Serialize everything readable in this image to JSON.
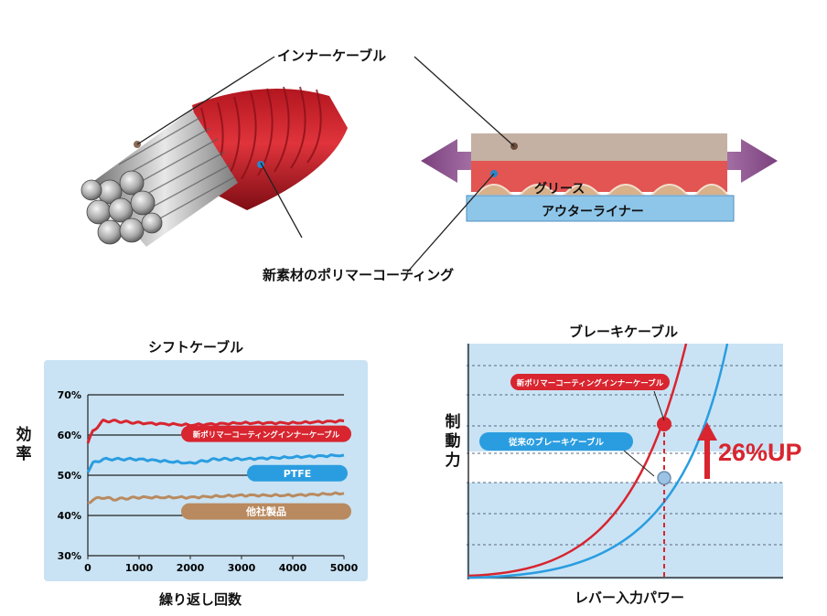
{
  "top": {
    "inner_cable_label": "インナーケーブル",
    "coating_label": "新素材のポリマーコーティング",
    "grease_label": "グリース",
    "outer_liner_label": "アウターライナー"
  },
  "shift_chart": {
    "title": "シフトケーブル",
    "ylabel_chars": [
      "効",
      "率"
    ],
    "xlabel": "繰り返し回数",
    "series_labels": [
      "新ポリマーコーティングインナーケーブル",
      "PTFE",
      "他社製品"
    ]
  },
  "brake_chart": {
    "title": "ブレーキケーブル",
    "ylabel_chars": [
      "制",
      "動",
      "力"
    ],
    "xlabel": "レバー入力パワー",
    "series_labels": [
      "新ポリマーコーティングインナーケーブル",
      "従来のブレーキケーブル"
    ],
    "improvement_label": "26%UP"
  },
  "chart_data": [
    {
      "type": "line",
      "title": "シフトケーブル",
      "xlabel": "繰り返し回数",
      "ylabel": "効率",
      "x": [
        0,
        1000,
        2000,
        3000,
        4000,
        5000
      ],
      "xticks": [
        "0",
        "1000",
        "2000",
        "3000",
        "4000",
        "5000"
      ],
      "yticks": [
        "30%",
        "40%",
        "50%",
        "60%",
        "70%"
      ],
      "xlim": [
        0,
        5000
      ],
      "ylim": [
        30,
        70
      ],
      "grid": true,
      "series": [
        {
          "name": "新ポリマーコーティングインナーケーブル",
          "color": "#d8252f",
          "points": [
            [
              0,
              58
            ],
            [
              100,
              61
            ],
            [
              300,
              63.5
            ],
            [
              500,
              63.5
            ],
            [
              1000,
              63
            ],
            [
              2000,
              62.5
            ],
            [
              3000,
              63
            ],
            [
              4000,
              63
            ],
            [
              5000,
              63.5
            ]
          ]
        },
        {
          "name": "PTFE",
          "color": "#2a9de0",
          "points": [
            [
              0,
              51
            ],
            [
              100,
              53
            ],
            [
              300,
              54
            ],
            [
              1000,
              54
            ],
            [
              2000,
              53
            ],
            [
              2500,
              54
            ],
            [
              3000,
              54
            ],
            [
              4000,
              54.5
            ],
            [
              5000,
              55
            ]
          ]
        },
        {
          "name": "他社製品",
          "color": "#b98a5f",
          "points": [
            [
              0,
              43
            ],
            [
              100,
              44
            ],
            [
              300,
              44.5
            ],
            [
              500,
              44
            ],
            [
              1000,
              44.5
            ],
            [
              2000,
              44.5
            ],
            [
              3000,
              45
            ],
            [
              4000,
              45
            ],
            [
              5000,
              45.5
            ]
          ]
        }
      ]
    },
    {
      "type": "line",
      "title": "ブレーキケーブル",
      "xlabel": "レバー入力パワー",
      "ylabel": "制動力",
      "grid": true,
      "annotation": "26%UP",
      "series": [
        {
          "name": "新ポリマーコーティングインナーケーブル",
          "color": "#d8252f"
        },
        {
          "name": "従来のブレーキケーブル",
          "color": "#2a9de0"
        }
      ]
    }
  ],
  "colors": {
    "red": "#d8252f",
    "blue": "#2a9de0",
    "brown": "#b98a5f",
    "panel": "#c9e3f4",
    "liner": "#8ec6ea",
    "arrow": "#8c5a8c"
  }
}
